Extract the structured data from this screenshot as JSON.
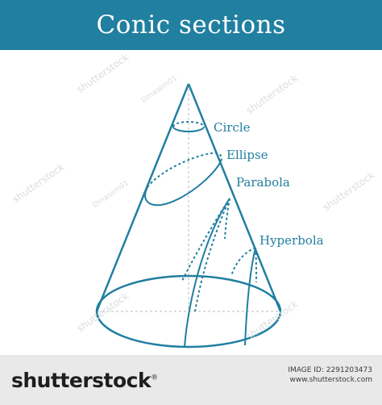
{
  "header": {
    "title": "Conic sections",
    "background": "#217fa0"
  },
  "diagram": {
    "stroke_color": "#217fa0",
    "labels": {
      "circle": "Circle",
      "ellipse": "Ellipse",
      "parabola": "Parabola",
      "hyperbola": "Hyperbola"
    }
  },
  "watermark": {
    "text": "shutterstock",
    "author": "Dmasem01"
  },
  "footer": {
    "brand": "shutterstock",
    "image_id_line": "IMAGE ID: 2291203473",
    "site": "www.shutterstock.com"
  }
}
